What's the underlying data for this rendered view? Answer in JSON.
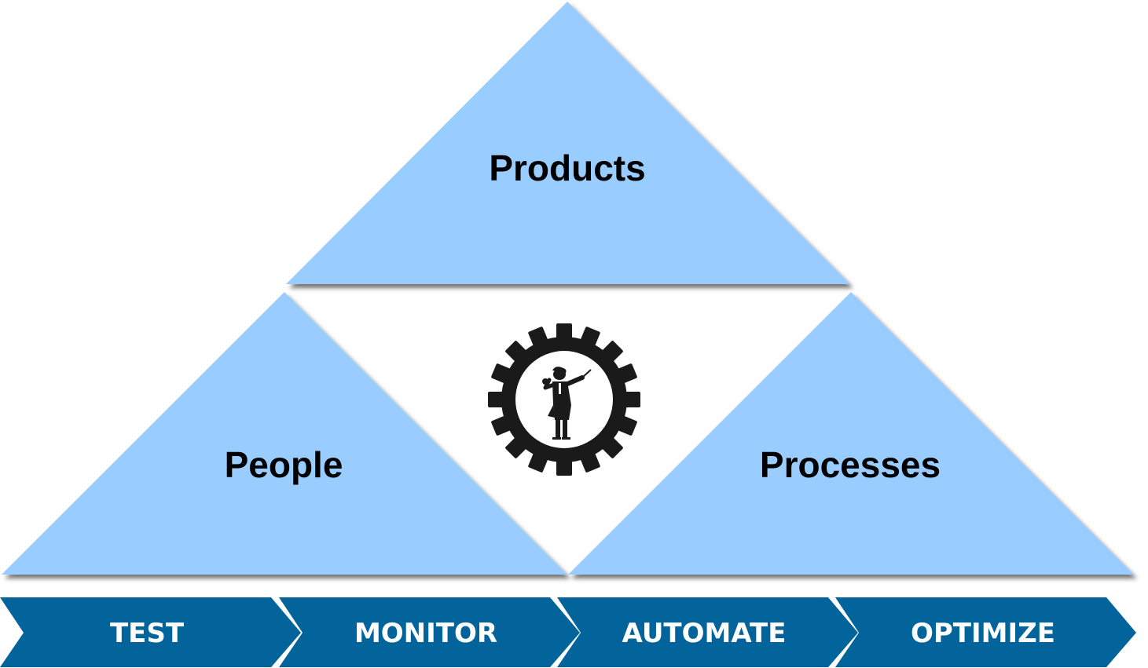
{
  "triangles": {
    "top": {
      "label": "Products"
    },
    "left": {
      "label": "People"
    },
    "right": {
      "label": "Processes"
    }
  },
  "center_emblem": {
    "icon": "gear-with-conductor-icon"
  },
  "process_steps": [
    {
      "label": "TEST"
    },
    {
      "label": "MONITOR"
    },
    {
      "label": "AUTOMATE"
    },
    {
      "label": "OPTIMIZE"
    }
  ],
  "colors": {
    "triangle_fill": "#99CCFF",
    "shadow": "#7f7f7f",
    "step_fill": "#03649C",
    "step_text": "#FFFFFF",
    "emblem": "#1a1a1a"
  }
}
